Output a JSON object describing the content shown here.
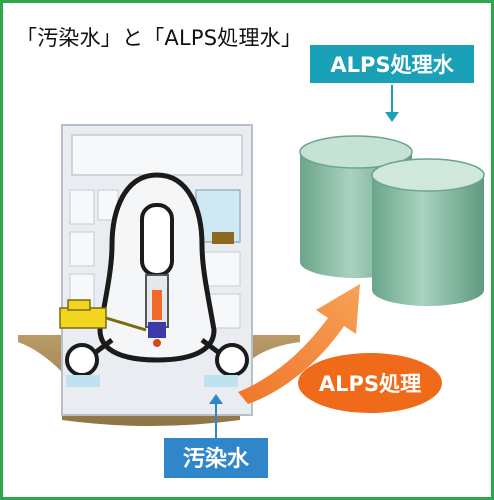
{
  "title": "「汚染水」と「ALPS処理水」",
  "labels": {
    "treated_water": "ALPS処理水",
    "process": "ALPS処理",
    "contaminated_water": "汚染水"
  },
  "colors": {
    "frame": "#2aa84a",
    "label_teal": "#1aa1b7",
    "label_blue": "#2f86c8",
    "process_orange": "#ef6a19",
    "arrow_orange": "#f28a2e",
    "tank_green": "#7fb59c",
    "ground": "#a98b5a"
  }
}
